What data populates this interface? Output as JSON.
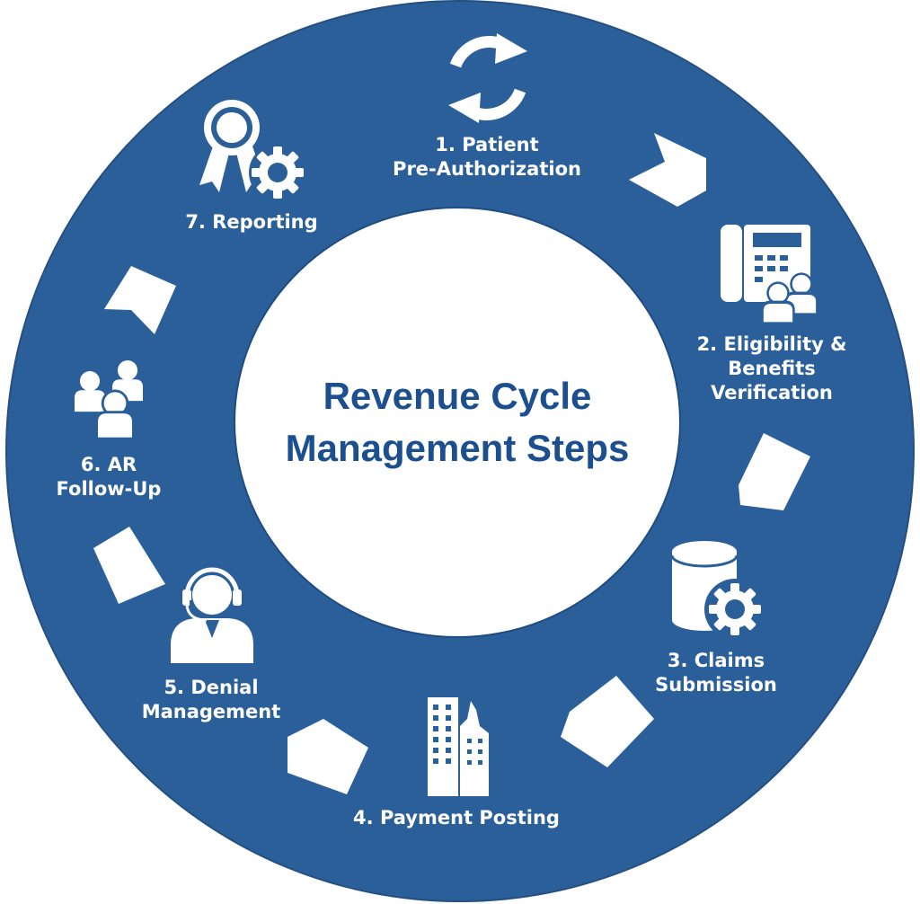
{
  "colors": {
    "ring": "#2b5f9a",
    "center_text": "#1c4f8f",
    "icon": "#ffffff"
  },
  "title": {
    "line1": "Revenue Cycle",
    "line2": "Management Steps"
  },
  "steps": [
    {
      "line1": "1. Patient",
      "line2": "Pre-Authorization",
      "icon": "refresh-cycle-icon"
    },
    {
      "line1": "2. Eligibility &",
      "line2": "Benefits",
      "line3": "Verification",
      "icon": "phone-with-people-icon"
    },
    {
      "line1": "3. Claims",
      "line2": "Submission",
      "icon": "database-gear-icon"
    },
    {
      "line1": "4. Payment Posting",
      "icon": "buildings-icon"
    },
    {
      "line1": "5. Denial",
      "line2": "Management",
      "icon": "headset-agent-icon"
    },
    {
      "line1": "6. AR",
      "line2": "Follow-Up",
      "icon": "people-group-icon"
    },
    {
      "line1": "7. Reporting",
      "icon": "award-gear-icon"
    }
  ]
}
